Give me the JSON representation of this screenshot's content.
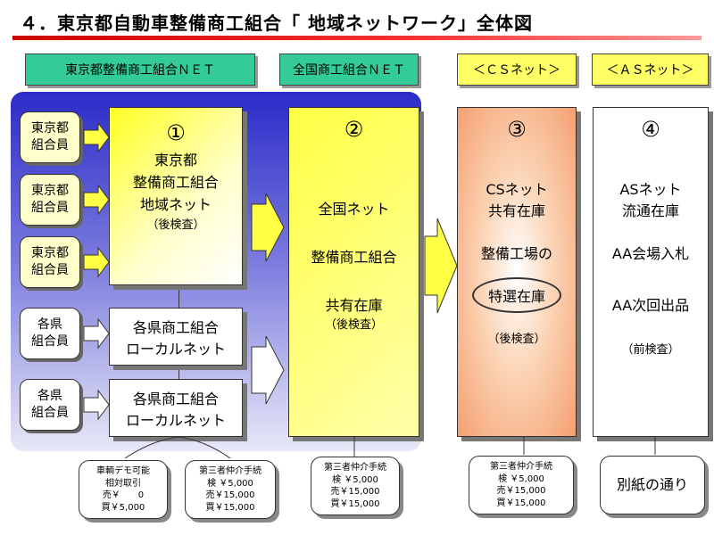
{
  "title": "４．東京都自動車整備商工組合「 地域ネットワーク」全体図",
  "headers": [
    "東京都整備商工組合ＮＥＴ",
    "全国商工組合ＮＥＴ",
    "＜ＣＳネット＞",
    "＜ＡＳネット＞"
  ],
  "members": [
    "東京都\n組合員",
    "東京都\n組合員",
    "東京都\n組合員",
    "各県\n組合員",
    "各県\n組合員"
  ],
  "box1": {
    "num": "①",
    "l1": "東京都",
    "l2": "整備商工組合",
    "l3": "地域ネット",
    "l4": "（後検査）"
  },
  "local1": {
    "l1": "各県商工組合",
    "l2": "ローカルネット"
  },
  "local2": {
    "l1": "各県商工組合",
    "l2": "ローカルネット"
  },
  "box2": {
    "num": "②",
    "l1": "全国ネット",
    "l2": "整備商工組合",
    "l3": "共有在庫",
    "l4": "（後検査）"
  },
  "box3": {
    "num": "③",
    "l1": "CSネット",
    "l2": "共有在庫",
    "l3": "整備工場の",
    "l4": "特選在庫",
    "l5": "（後検査）"
  },
  "box4": {
    "num": "④",
    "l1": "ASネット",
    "l2": "流通在庫",
    "l3": "AA会場入札",
    "l4": "AA次回出品",
    "l5": "（前検査）"
  },
  "notes": [
    {
      "lines": [
        "車輌デモ可能",
        "相対取引",
        "売￥　　0",
        "買￥5,000"
      ]
    },
    {
      "lines": [
        "第三者仲介手続",
        "検 ￥5,000",
        "売￥15,000",
        "買￥15,000"
      ]
    },
    {
      "lines": [
        "第三者仲介手続",
        "検 ￥5,000",
        "売￥15,000",
        "買￥15,000"
      ]
    },
    {
      "lines": [
        "第三者仲介手続",
        "検 ￥5,000",
        "売￥15,000",
        "買￥15,000"
      ]
    },
    {
      "lines": [
        "別紙の通り"
      ]
    }
  ],
  "colors": {
    "header_green": "#33cc99",
    "header_yellow": "#ffff66",
    "cs_orange": "#f4a070"
  }
}
